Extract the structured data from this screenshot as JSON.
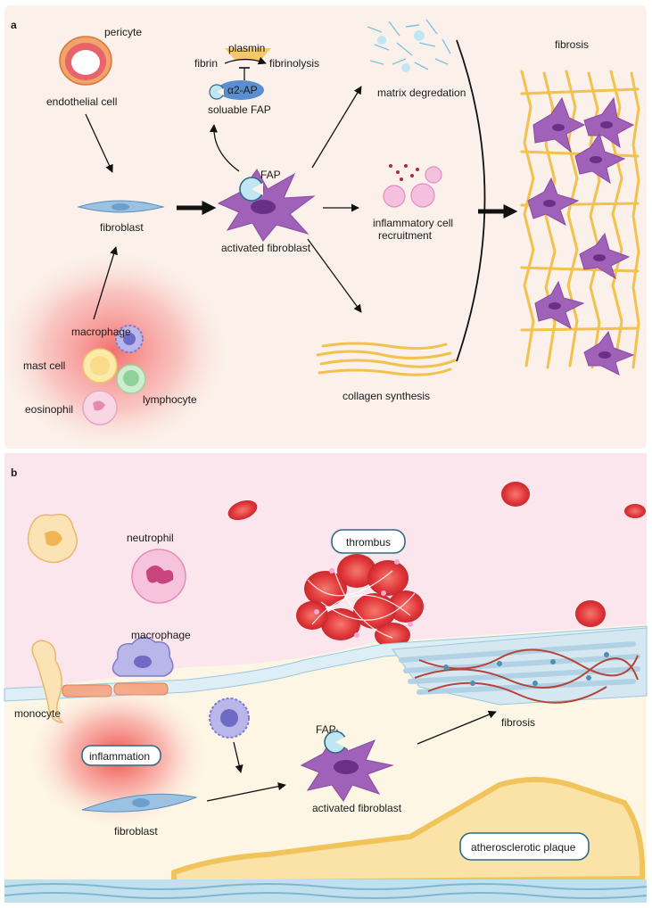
{
  "panel_a": {
    "letter": "a",
    "labels": {
      "pericyte": "pericyte",
      "endothelial_cell": "endothelial cell",
      "fibroblast": "fibroblast",
      "activated_fibroblast": "activated fibroblast",
      "fap": "FAP",
      "plasmin": "plasmin",
      "fibrin": "fibrin",
      "fibrinolysis": "fibrinolysis",
      "a2ap": "α2-AP",
      "soluble_fap": "soluable FAP",
      "matrix_degradation": "matrix degredation",
      "inflammatory_1": "inflammatory cell",
      "inflammatory_2": "recruitment",
      "collagen_synthesis": "collagen synthesis",
      "fibrosis": "fibrosis",
      "macrophage": "macrophage",
      "mast_cell": "mast cell",
      "lymphocyte": "lymphocyte",
      "eosinophil": "eosinophil"
    }
  },
  "panel_b": {
    "letter": "b",
    "labels": {
      "neutrophil": "neutrophil",
      "thrombus": "thrombus",
      "macrophage": "macrophage",
      "monocyte": "monocyte",
      "inflammation": "inflammation",
      "fap": "FAP",
      "activated_fibroblast": "activated fibroblast",
      "fibrosis": "fibrosis",
      "fibroblast": "fibroblast",
      "plaque": "atherosclerotic plaque"
    }
  },
  "colors": {
    "panel_a_bg": "#fbf1ea",
    "panel_b_bg": "#fbe6ee",
    "intima_bg": "#fdf6e4",
    "fibroblast_purple": "#a061b8",
    "collagen": "#f2c14e",
    "inflammation_red": "#f25a5a",
    "rbc": "#e2373a",
    "plaque": "#fbe2a6"
  }
}
